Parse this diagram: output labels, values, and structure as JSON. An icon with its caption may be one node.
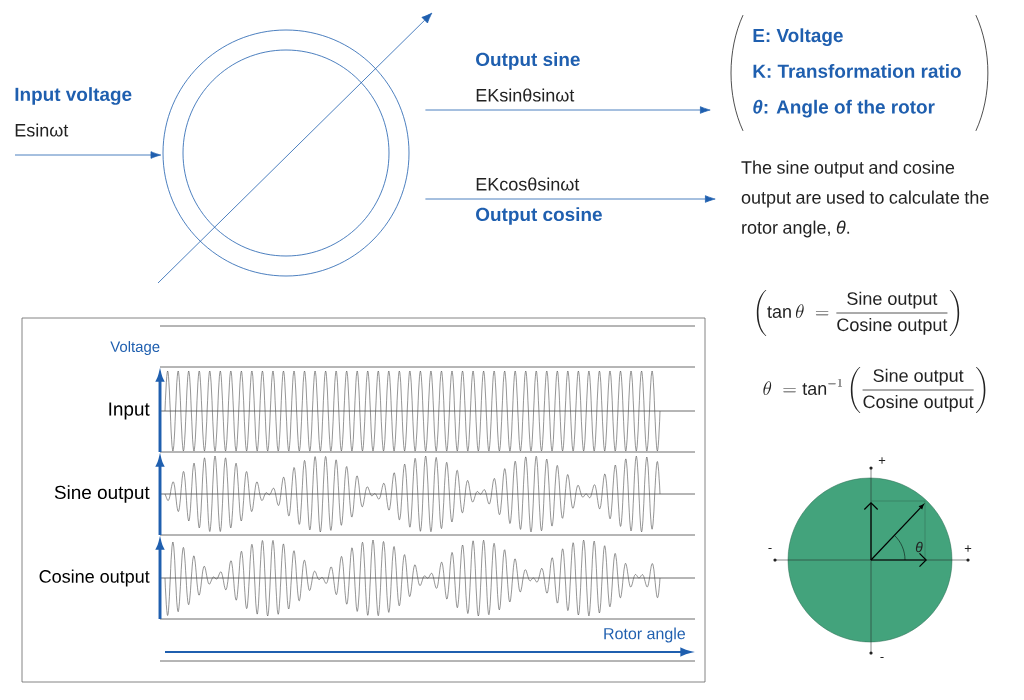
{
  "diagram": {
    "nodes": [
      {
        "text": [],
        "shape": "circle"
      },
      {
        "text": [
          "E: Voltage",
          "K: Transformation ratio",
          "*θ*: Angle of the rotor"
        ]
      },
      {
        "text": [
          "The sine output and cosine output are used to calculate the rotor angle, *θ*."
        ]
      }
    ],
    "edges": [
      {
        "from": null,
        "to": 0,
        "arrow": "to"
      },
      {
        "from": 0,
        "to": 1,
        "arrow": "to"
      },
      {
        "from": 0,
        "to": 2,
        "arrow": "to"
      }
    ],
    "labels": [
      "Input voltage",
      "Esinωt",
      "Output sine",
      "EKsinθsinωt",
      "EKcosθsinωt",
      "Output cosine",
      "\\left(\\tan\\theta\\ =\\frac{\\text{Sine output}}{\\text{Cosine output}}\\right)",
      "\\theta\\ =\\tan^{-1}\\left(\\frac{\\text{Sine output}}{\\text{Cosine output}}\\right)",
      "Voltage",
      "Input",
      "Sine output",
      "Cosine output",
      "Rotor angle",
      "+",
      "-",
      "*θ*",
      "+",
      "-"
    ]
  }
}
